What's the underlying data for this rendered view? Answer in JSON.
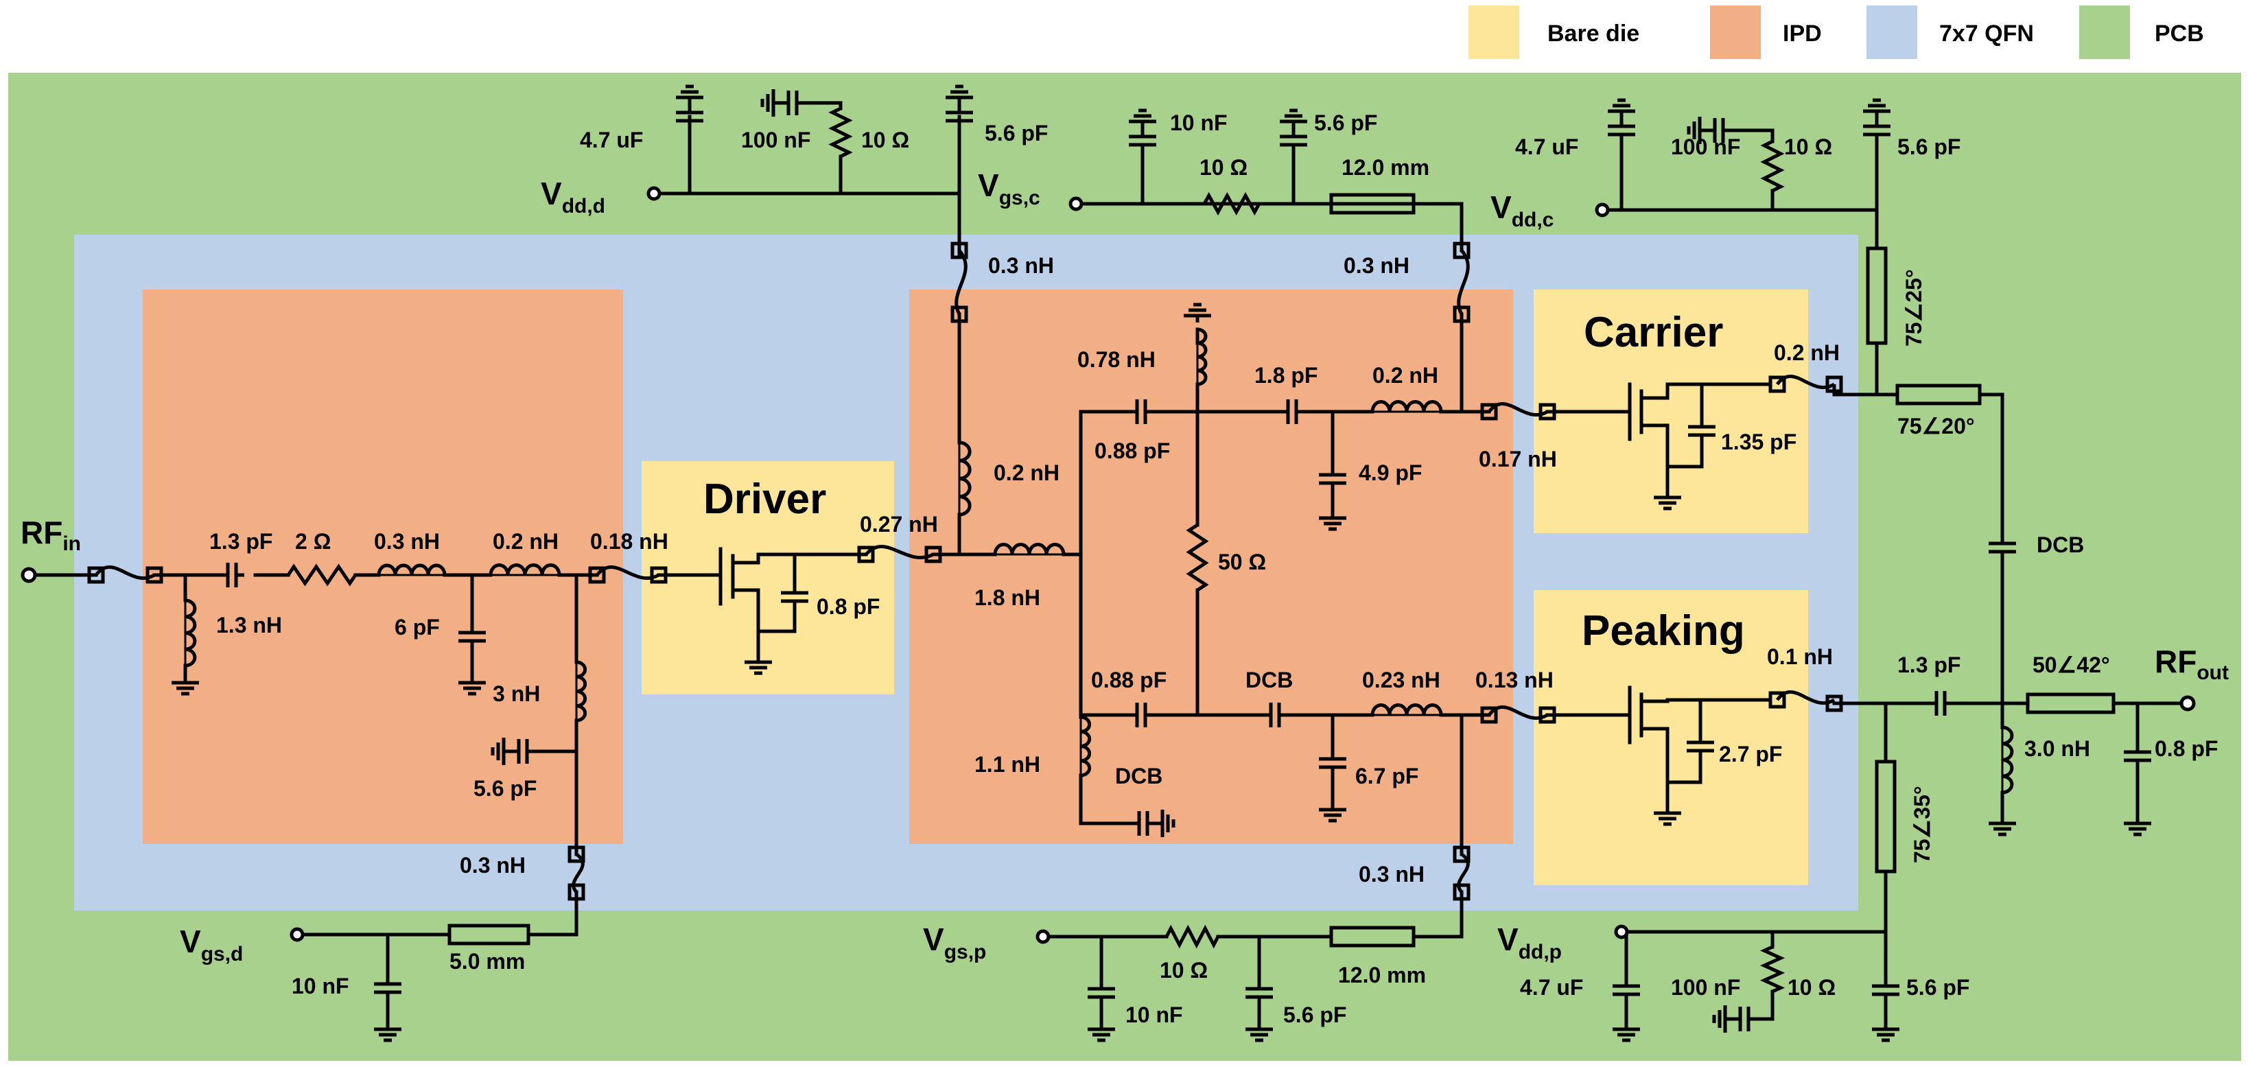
{
  "colors": {
    "bare_die": "#fde59a",
    "ipd": "#f2ae84",
    "qfn": "#bcd0e9",
    "pcb": "#a9d18e"
  },
  "legend": [
    {
      "label": "Bare die",
      "color": "#fde59a"
    },
    {
      "label": "IPD",
      "color": "#f2ae84"
    },
    {
      "label": "7x7 QFN",
      "color": "#bcd0e9"
    },
    {
      "label": "PCB",
      "color": "#a9d18e"
    }
  ],
  "stages": {
    "driver": "Driver",
    "carrier": "Carrier",
    "peaking": "Peaking"
  },
  "ports": {
    "rf_in": {
      "main": "RF",
      "sub": "in"
    },
    "rf_out": {
      "main": "RF",
      "sub": "out"
    },
    "vdd_d": {
      "main": "V",
      "sub": "dd,d"
    },
    "vgs_c": {
      "main": "V",
      "sub": "gs,c"
    },
    "vdd_c": {
      "main": "V",
      "sub": "dd,c"
    },
    "vgs_d": {
      "main": "V",
      "sub": "gs,d"
    },
    "vgs_p": {
      "main": "V",
      "sub": "gs,p"
    },
    "vdd_p": {
      "main": "V",
      "sub": "dd,p"
    }
  },
  "values": {
    "in_c13": "1.3 pF",
    "in_r2": "2 Ω",
    "in_l03": "0.3 nH",
    "in_l02": "0.2 nH",
    "in_l018": "0.18 nH",
    "in_sh13": "1.3 nH",
    "in_c6": "6 pF",
    "in_l3": "3 nH",
    "in_c56": "5.6 pF",
    "in_bw03": "0.3 nH",
    "drv_c08": "0.8 pF",
    "drv_l027": "0.27 nH",
    "vdd_d_c47": "4.7 uF",
    "vdd_d_c100": "100 nF",
    "vdd_d_r10": "10 Ω",
    "vdd_d_c56": "5.6 pF",
    "vgs_c_c10": "10 nF",
    "vgs_c_r10": "10 Ω",
    "vgs_c_c56": "5.6 pF",
    "vgs_c_tl": "12.0 mm",
    "vdd_c_c47": "4.7 uF",
    "vdd_c_c100": "100 nF",
    "vdd_c_r10": "10 Ω",
    "vdd_c_c56": "5.6 pF",
    "bw_top_left": "0.3 nH",
    "bw_top_right": "0.3 nH",
    "sp_l02a": "0.2 nH",
    "sp_l18": "1.8 nH",
    "sp_l078": "0.78 nH",
    "sp_c088a": "0.88 pF",
    "sp_c18": "1.8 pF",
    "sp_l02b": "0.2 nH",
    "sp_c49": "4.9 pF",
    "sp_l017": "0.17 nH",
    "sp_r50": "50 Ω",
    "sp_c088b": "0.88 pF",
    "sp_dcb1": "DCB",
    "sp_l023": "0.23 nH",
    "sp_l013": "0.13 nH",
    "sp_l11": "1.1 nH",
    "sp_dcb2": "DCB",
    "sp_c67": "6.7 pF",
    "car_c135": "1.35 pF",
    "car_l02": "0.2 nH",
    "pk_c27": "2.7 pF",
    "pk_l01": "0.1 nH",
    "out_tl25": "75∠25°",
    "out_tl20": "75∠20°",
    "out_dcb": "DCB",
    "out_tl35": "75∠35°",
    "out_c13": "1.3 pF",
    "out_tl42": "50∠42°",
    "out_l30": "3.0 nH",
    "out_c08": "0.8 pF",
    "vgs_d_c10": "10 nF",
    "vgs_d_tl": "5.0 mm",
    "vgs_d_bw": "0.3 nH",
    "vgs_p_r10": "10 Ω",
    "vgs_p_c10": "10 nF",
    "vgs_p_c56": "5.6 pF",
    "vgs_p_tl": "12.0 mm",
    "vgs_p_bw": "0.3 nH",
    "vdd_p_c47": "4.7 uF",
    "vdd_p_c100": "100 nF",
    "vdd_p_r10": "10 Ω",
    "vdd_p_c56": "5.6 pF"
  }
}
